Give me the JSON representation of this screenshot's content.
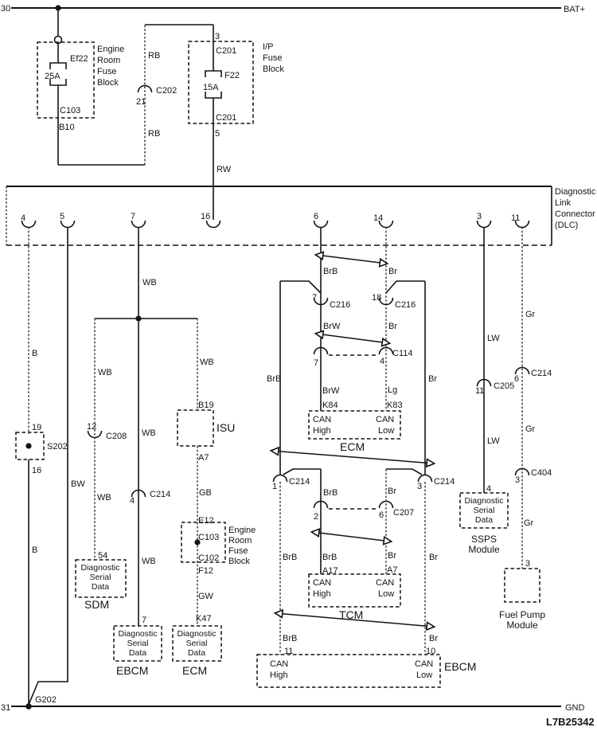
{
  "part_number": "L7B25342",
  "rails": {
    "top_left": "30",
    "top_right": "BAT+",
    "bottom_left": "31",
    "bottom_right": "GND"
  },
  "ground": {
    "name": "G202"
  },
  "engine_fuse_block_top": {
    "lines": [
      "Engine",
      "Room",
      "Fuse",
      "Block"
    ],
    "fuse": "Ef22",
    "rating": "25A",
    "connector": "C103",
    "pin_out": "B10"
  },
  "c202": {
    "pin": "21",
    "name": "C202"
  },
  "ip_fuse_block": {
    "lines": [
      "I/P",
      "Fuse",
      "Block"
    ],
    "pin_in": "3",
    "connector_in": "C201",
    "fuse": "F22",
    "rating": "15A",
    "connector_out": "C201",
    "pin_out": "5"
  },
  "dlc": {
    "lines": [
      "Diagnostic",
      "Link",
      "Connector",
      "(DLC)"
    ],
    "pins": {
      "p4": "4",
      "p5": "5",
      "p7": "7",
      "p16": "16",
      "p6": "6",
      "p14": "14",
      "p3": "3",
      "p11": "11"
    }
  },
  "wires": {
    "rb_top": "RB",
    "rb_bottom": "RB",
    "rw": "RW",
    "b_upper": "B",
    "b_lower": "B",
    "bw": "BW",
    "wb_main_1": "WB",
    "wb_main_2": "WB",
    "wb_main_3": "WB",
    "wb_sdm_1": "WB",
    "wb_sdm_2": "WB",
    "wb_isu": "WB",
    "gb": "GB",
    "gw": "GW",
    "brb_1": "BrB",
    "br_1": "Br",
    "brw_1": "BrW",
    "br_2": "Br",
    "brw_2": "BrW",
    "lg": "Lg",
    "brb_outer_1": "BrB",
    "br_outer_1": "Br",
    "brb_2": "BrB",
    "br_3": "Br",
    "brb_3": "BrB",
    "br_4": "Br",
    "brb_outer_2": "BrB",
    "br_outer_2": "Br",
    "brb_outer_3": "BrB",
    "br_outer_3": "Br",
    "lw_1": "LW",
    "lw_2": "LW",
    "gr_1": "Gr",
    "gr_2": "Gr",
    "gr_3": "Gr"
  },
  "s202": {
    "name": "S202",
    "pin_top": "19",
    "pin_bottom": "16"
  },
  "c208": {
    "pin": "12",
    "name": "C208"
  },
  "sdm": {
    "pin": "54",
    "box_lines": [
      "Diagnostic",
      "Serial",
      "Data"
    ],
    "name": "SDM"
  },
  "c214_wb": {
    "pin": "4",
    "name": "C214"
  },
  "ebcm_dsd": {
    "pin": "7",
    "box_lines": [
      "Diagnostic",
      "Serial",
      "Data"
    ],
    "name": "EBCM"
  },
  "isu": {
    "pin_in": "B19",
    "name": "ISU",
    "pin_out": "A7"
  },
  "engine_fuse_block_mid": {
    "pin_in": "E12",
    "connector_top": "C103",
    "connector_bottom": "C102",
    "lines": [
      "Engine",
      "Room",
      "Fuse",
      "Block"
    ],
    "pin_out": "F12"
  },
  "ecm_dsd": {
    "pin": "K47",
    "box_lines": [
      "Diagnostic",
      "Serial",
      "Data"
    ],
    "name": "ECM"
  },
  "c216": {
    "left_pin": "7",
    "left_name": "C216",
    "right_pin": "18",
    "right_name": "C216"
  },
  "c114": {
    "left_pin": "7",
    "right_pin": "4",
    "name": "C114"
  },
  "ecm_can": {
    "pin_high": "K84",
    "pin_low": "K83",
    "high_1": "CAN",
    "high_2": "High",
    "low_1": "CAN",
    "low_2": "Low",
    "name": "ECM"
  },
  "c214_can": {
    "left_pin": "1",
    "left_name": "C214",
    "right_pin": "3",
    "right_name": "C214"
  },
  "c207": {
    "left_pin": "2",
    "right_pin": "6",
    "name": "C207"
  },
  "tcm_can": {
    "pin_high": "A17",
    "pin_low": "A7",
    "high_1": "CAN",
    "high_2": "High",
    "low_1": "CAN",
    "low_2": "Low",
    "name": "TCM"
  },
  "ebcm_can": {
    "pin_high": "11",
    "pin_low": "10",
    "high_1": "CAN",
    "high_2": "High",
    "low_1": "CAN",
    "low_2": "Low",
    "name": "EBCM"
  },
  "c205": {
    "pin": "11",
    "name": "C205"
  },
  "ssps": {
    "pin": "4",
    "box_lines": [
      "Diagnostic",
      "Serial",
      "Data"
    ],
    "name_1": "SSPS",
    "name_2": "Module"
  },
  "c214_fuel": {
    "pin": "6",
    "name": "C214"
  },
  "c404": {
    "pin": "3",
    "name": "C404"
  },
  "fuel_pump": {
    "pin": "3",
    "name_1": "Fuel Pump",
    "name_2": "Module"
  }
}
